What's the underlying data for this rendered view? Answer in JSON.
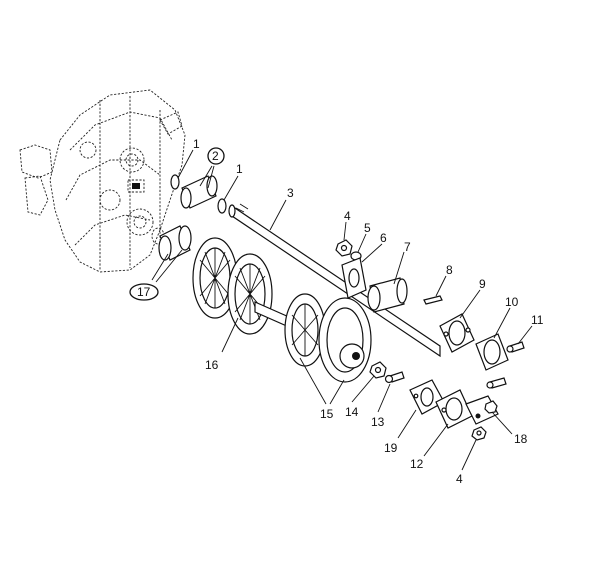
{
  "callouts": [
    {
      "id": "c1a",
      "text": "1"
    },
    {
      "id": "c2",
      "text": "2"
    },
    {
      "id": "c1b",
      "text": "1"
    },
    {
      "id": "c3",
      "text": "3"
    },
    {
      "id": "c4a",
      "text": "4"
    },
    {
      "id": "c5",
      "text": "5"
    },
    {
      "id": "c6",
      "text": "6"
    },
    {
      "id": "c7",
      "text": "7"
    },
    {
      "id": "c8",
      "text": "8"
    },
    {
      "id": "c9",
      "text": "9"
    },
    {
      "id": "c10",
      "text": "10"
    },
    {
      "id": "c11",
      "text": "11"
    },
    {
      "id": "c17",
      "text": "17"
    },
    {
      "id": "c16",
      "text": "16"
    },
    {
      "id": "c15",
      "text": "15"
    },
    {
      "id": "c14",
      "text": "14"
    },
    {
      "id": "c13",
      "text": "13"
    },
    {
      "id": "c19",
      "text": "19"
    },
    {
      "id": "c12",
      "text": "12"
    },
    {
      "id": "c18",
      "text": "18"
    },
    {
      "id": "c4b",
      "text": "4"
    }
  ]
}
